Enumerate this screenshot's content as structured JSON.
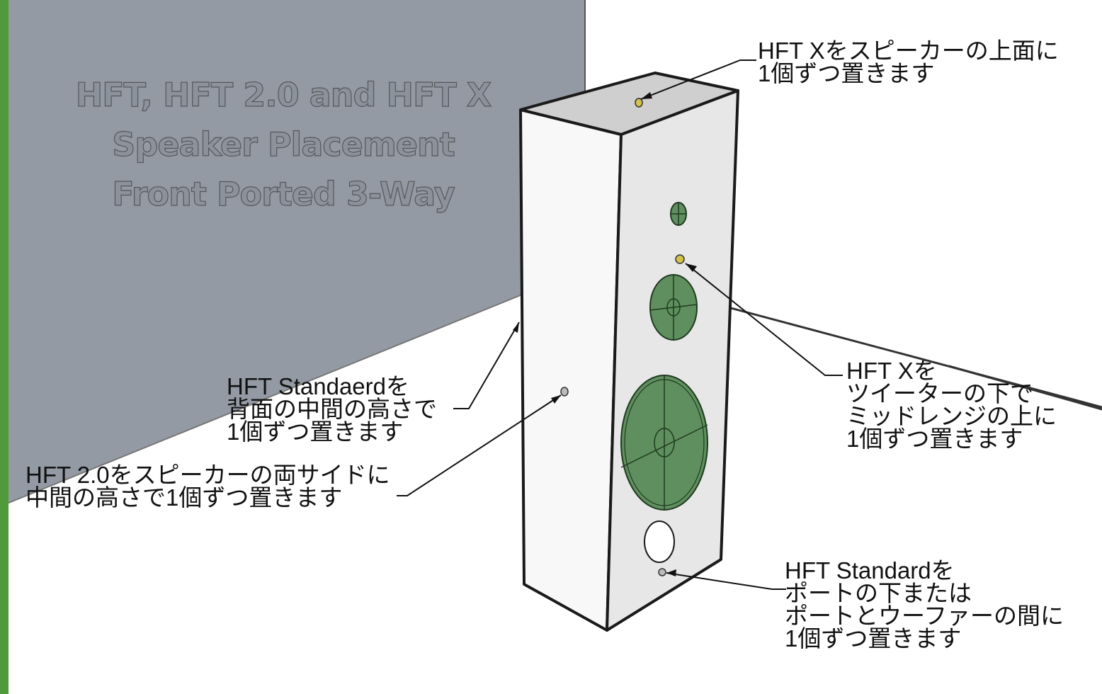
{
  "title": {
    "lines": [
      "HFT, HFT 2.0 and HFT X",
      "Speaker Placement",
      "Front Ported 3-Way"
    ]
  },
  "callouts": {
    "top": [
      "HFT Xをスピーカーの上面に",
      "1個ずつ置きます"
    ],
    "front_upper": [
      "HFT Xを",
      "ツイーターの下で",
      "ミッドレンジの上に",
      "1個ずつ置きます"
    ],
    "back": [
      "HFT Standaerdを",
      "背面の中間の高さで",
      "1個ずつ置きます"
    ],
    "sides": [
      "HFT 2.0をスピーカーの両サイドに",
      "中間の高さで1個ずつ置きます"
    ],
    "port": [
      "HFT Standardを",
      "ポートの下または",
      "ポートとウーファーの間に",
      "1個ずつ置きます"
    ]
  },
  "colors": {
    "wall": "#939aa3",
    "floor": "#ffffff",
    "left_border": "#4f9a3a",
    "cabinet_front": "#e7e7e7",
    "cabinet_side": "#f8f8f8",
    "cabinet_top": "#cfcfcf",
    "driver_green": "#5f8f5f",
    "device_yellow": "#d4c24a"
  }
}
